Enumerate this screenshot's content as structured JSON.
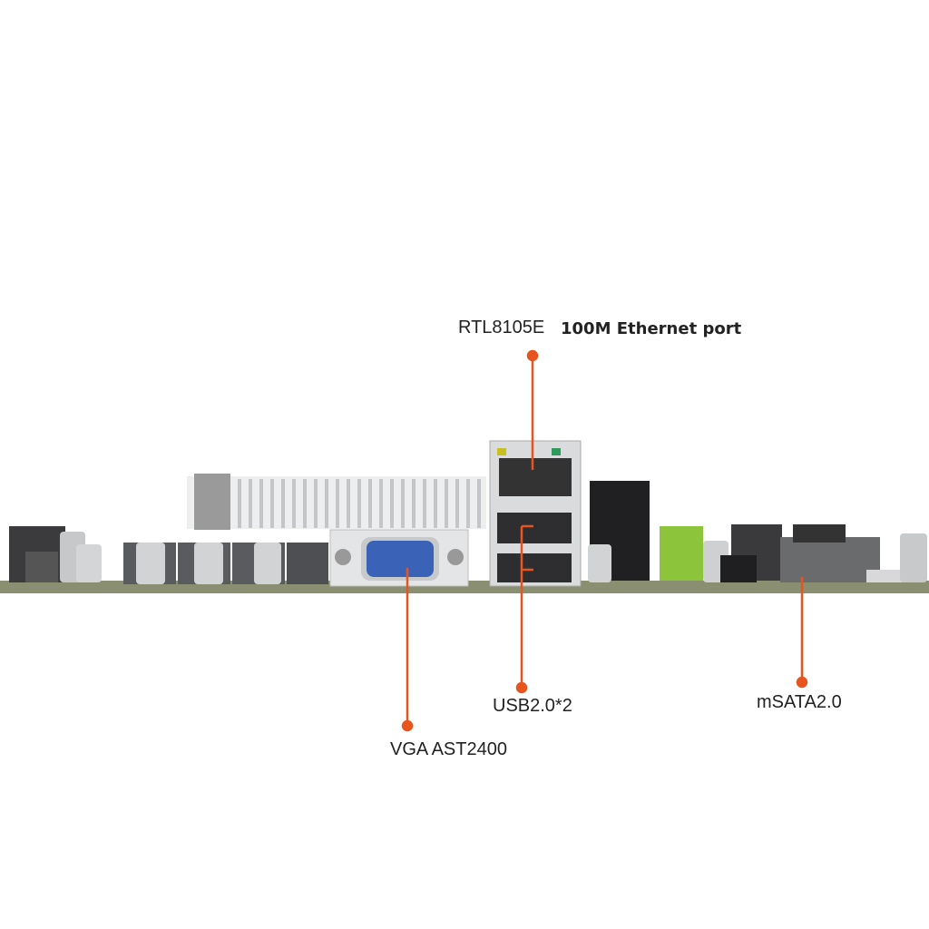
{
  "callouts": {
    "ethernet": {
      "chip": "RTL8105E",
      "label": "100M Ethernet port"
    },
    "usb": {
      "label": "USB2.0*2"
    },
    "vga": {
      "label": "VGA AST2400"
    },
    "msata": {
      "label": "mSATA2.0"
    }
  },
  "colors": {
    "callout": "#e8541e",
    "vga_port": "#3a63b8",
    "connector_green": "#8cc43c",
    "pcb": "#8a8f72"
  }
}
